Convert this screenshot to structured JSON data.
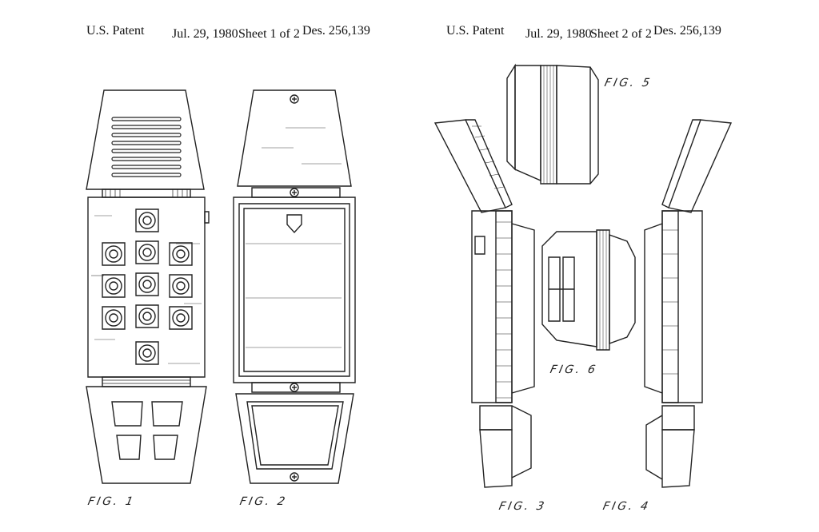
{
  "sheet1": {
    "label": "U.S. Patent",
    "date": "Jul. 29, 1980",
    "sheet": "Sheet 1 of 2",
    "number": "Des. 256,139"
  },
  "sheet2": {
    "label": "U.S. Patent",
    "date": "Jul. 29, 1980",
    "sheet": "Sheet 2 of 2",
    "number": "Des. 256,139"
  },
  "figures": {
    "fig1": "FIG. 1",
    "fig2": "FIG. 2",
    "fig3": "FIG. 3",
    "fig4": "FIG. 4",
    "fig5": "FIG. 5",
    "fig6": "FIG. 6"
  },
  "colors": {
    "ink": "#222222",
    "paper": "#ffffff"
  }
}
